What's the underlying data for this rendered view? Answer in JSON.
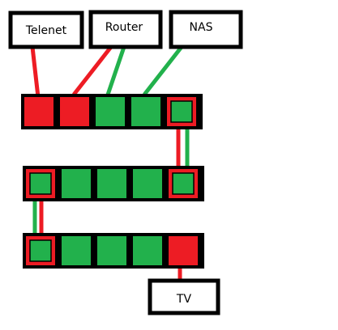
{
  "colors": {
    "red": "#ed1c24",
    "green": "#22b14c",
    "border": "#000000",
    "background": "#ffffff"
  },
  "devices": {
    "telenet": "Telenet",
    "router": "Router",
    "nas": "NAS",
    "tv": "TV"
  },
  "switches": [
    {
      "name": "switch-1",
      "ports": [
        {
          "fill": "red",
          "ring": "none"
        },
        {
          "fill": "red",
          "ring": "none"
        },
        {
          "fill": "green",
          "ring": "none"
        },
        {
          "fill": "green",
          "ring": "none"
        },
        {
          "fill": "green",
          "ring": "red"
        }
      ]
    },
    {
      "name": "switch-2",
      "ports": [
        {
          "fill": "green",
          "ring": "red"
        },
        {
          "fill": "green",
          "ring": "none"
        },
        {
          "fill": "green",
          "ring": "none"
        },
        {
          "fill": "green",
          "ring": "none"
        },
        {
          "fill": "green",
          "ring": "red"
        }
      ]
    },
    {
      "name": "switch-3",
      "ports": [
        {
          "fill": "green",
          "ring": "red"
        },
        {
          "fill": "green",
          "ring": "none"
        },
        {
          "fill": "green",
          "ring": "none"
        },
        {
          "fill": "green",
          "ring": "none"
        },
        {
          "fill": "red",
          "ring": "none"
        }
      ]
    }
  ],
  "cables": [
    {
      "name": "cable-telenet-switch1-port1",
      "color": "red"
    },
    {
      "name": "cable-router-switch1-port2",
      "color": "red"
    },
    {
      "name": "cable-router-switch1-port3",
      "color": "green"
    },
    {
      "name": "cable-nas-switch1-port4",
      "color": "green"
    },
    {
      "name": "cable-switch1-switch2-red",
      "color": "red"
    },
    {
      "name": "cable-switch1-switch2-green",
      "color": "green"
    },
    {
      "name": "cable-switch2-switch3-green",
      "color": "green"
    },
    {
      "name": "cable-switch2-switch3-red",
      "color": "red"
    },
    {
      "name": "cable-switch3-tv",
      "color": "red"
    }
  ]
}
